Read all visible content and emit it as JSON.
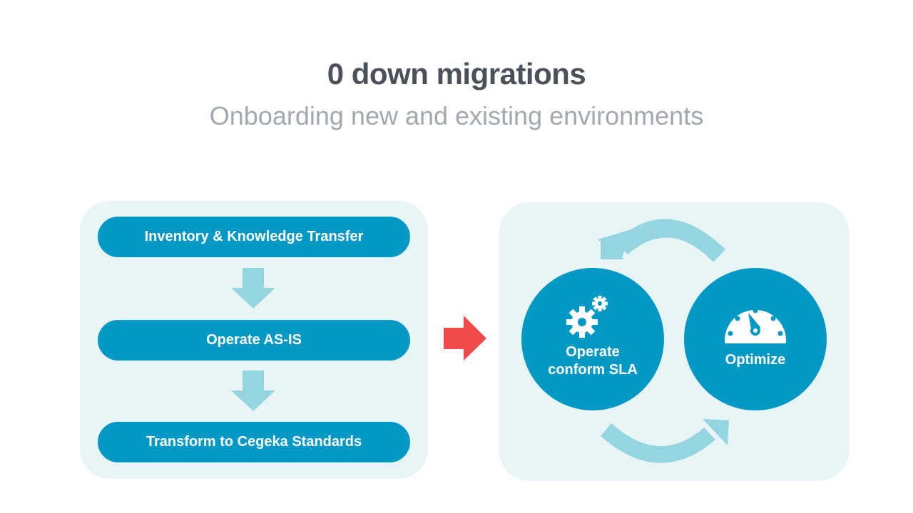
{
  "title": "0 down migrations",
  "subtitle": "Onboarding new and existing environments",
  "steps": [
    "Inventory & Knowledge Transfer",
    "Operate AS-IS",
    "Transform to Cegeka Standards"
  ],
  "cycle": {
    "operate_line1": "Operate",
    "operate_line2": "conform SLA",
    "optimize": "Optimize"
  },
  "colors": {
    "primary": "#0399c4",
    "light_arrow": "#94d5e0",
    "panel": "#e8f5f7",
    "red_arrow": "#ef4b4b"
  }
}
